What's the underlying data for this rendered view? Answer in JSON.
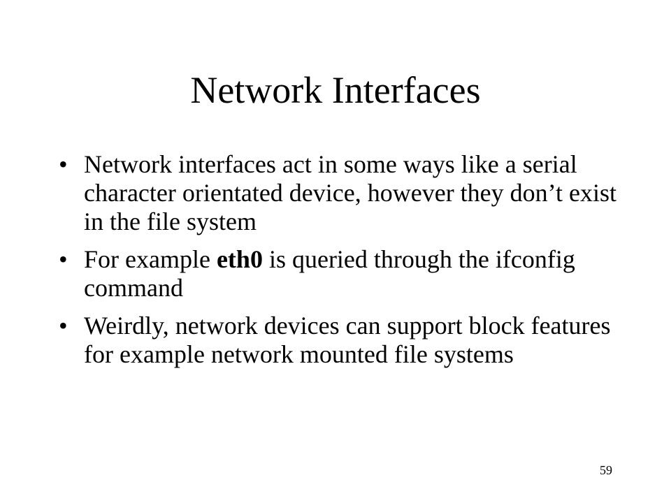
{
  "slide": {
    "title": "Network Interfaces",
    "bullet_symbol": "•",
    "bullets": [
      {
        "text": "Network interfaces act in some ways like a serial character orientated device, however they don’t exist in the file system"
      },
      {
        "before": "For example ",
        "bold": "eth0",
        "after": " is queried through the ifconfig command"
      },
      {
        "text": "Weirdly, network devices can support block features for example network mounted file systems"
      }
    ],
    "page_number": "59"
  }
}
